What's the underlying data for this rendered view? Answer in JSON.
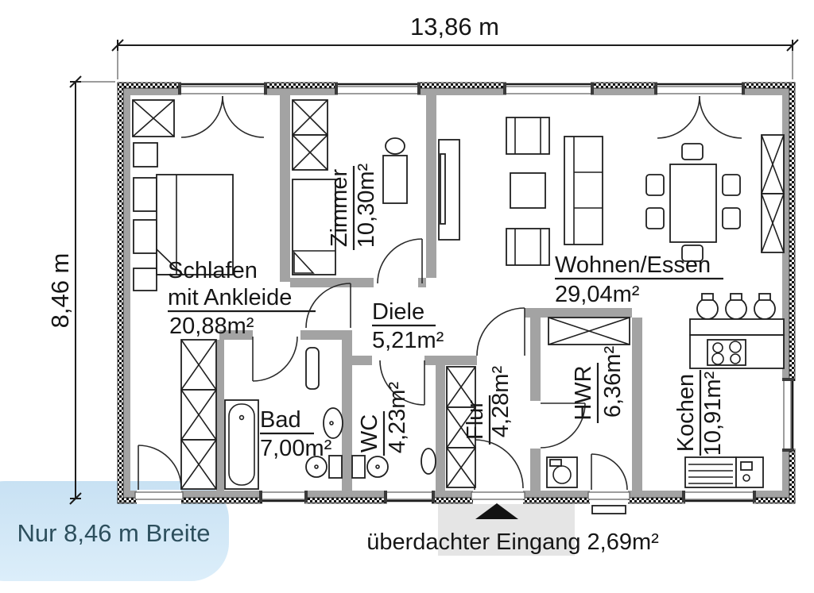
{
  "plan": {
    "dimensions": {
      "width_label": "13,86 m",
      "height_label": "8,46 m"
    },
    "rooms": {
      "schlafen": {
        "name_line1": "Schlafen",
        "name_line2": "mit Ankleide",
        "area": "20,88m²"
      },
      "zimmer": {
        "name": "Zimmer",
        "area": "10,30m²"
      },
      "diele": {
        "name": "Diele",
        "area": "5,21m²"
      },
      "wohnen": {
        "name": "Wohnen/Essen",
        "area": "29,04m²"
      },
      "bad": {
        "name": "Bad",
        "area": "7,00m²"
      },
      "wc": {
        "name": "WC",
        "area": "4,23m²"
      },
      "flur": {
        "name": "Flur",
        "area": "4,28m²"
      },
      "hwr": {
        "name": "HWR",
        "area": "6,36m²"
      },
      "kochen": {
        "name": "Kochen",
        "area": "10,91m²"
      }
    },
    "entrance": {
      "caption": "überdachter Eingang 2,69m²"
    },
    "callout": {
      "text": "Nur 8,46 m Breite"
    },
    "colors": {
      "wall_gray": "#a3a3a3",
      "canopy": "#e5e5e5",
      "callout_bg_top": "#c8e1f3",
      "callout_bg_bottom": "#dceefa",
      "callout_text": "#2d4f5d",
      "line": "#1a1a1a"
    }
  }
}
